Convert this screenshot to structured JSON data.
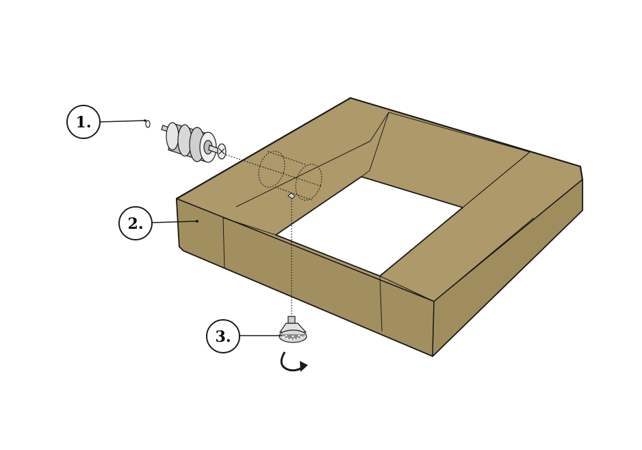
{
  "diagram": {
    "colors": {
      "fabric": "#ad9969",
      "fabric_dark": "#9a8758",
      "outline": "#1a1a1a",
      "metal_light": "#e6e6e6",
      "metal_mid": "#bdbdbd",
      "metal_dark": "#8a8a8a",
      "background": "#ffffff"
    },
    "callouts": [
      {
        "id": "connector",
        "label": "1."
      },
      {
        "id": "cushion",
        "label": "2."
      },
      {
        "id": "glide",
        "label": "3."
      }
    ],
    "icons": {
      "rotate": "rotate-arrow-icon",
      "connector": "connector-fitting-icon",
      "glide": "glide-foot-icon"
    }
  }
}
